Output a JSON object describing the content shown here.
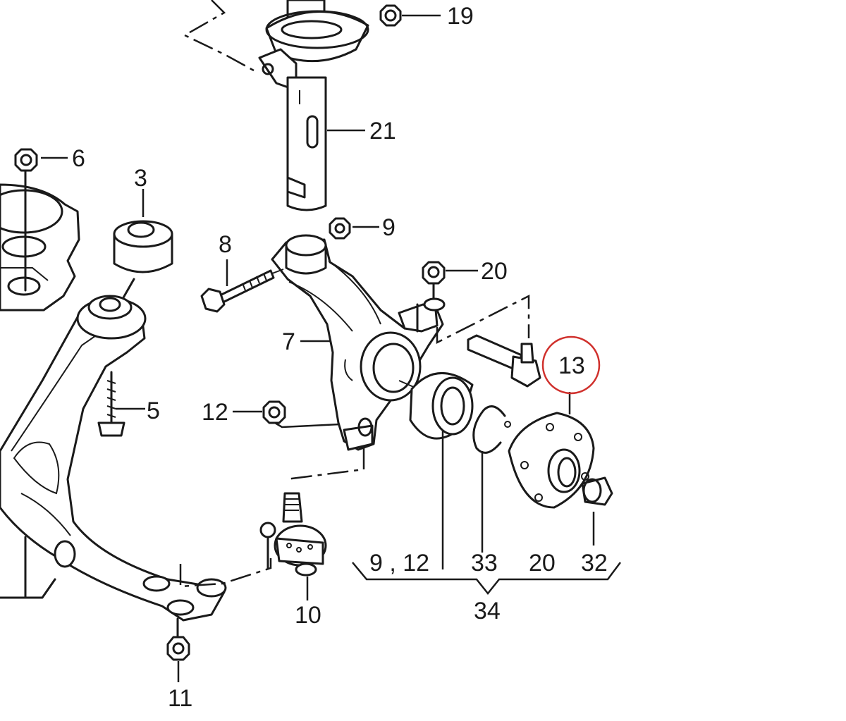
{
  "diagram": {
    "labels": {
      "p19": "19",
      "p21": "21",
      "p6": "6",
      "p3": "3",
      "p9": "9",
      "p8": "8",
      "p20": "20",
      "p7": "7",
      "p13": "13",
      "p5": "5",
      "p12": "12",
      "p10": "10",
      "p11": "11",
      "group_a": "9 , 12",
      "group_b": "33",
      "group_c": "20",
      "group_d": "32",
      "group_total": "34"
    },
    "highlight": {
      "label": "13",
      "color": "#d0312d"
    },
    "colors": {
      "ink": "#1a1a1a",
      "background": "#ffffff"
    }
  }
}
